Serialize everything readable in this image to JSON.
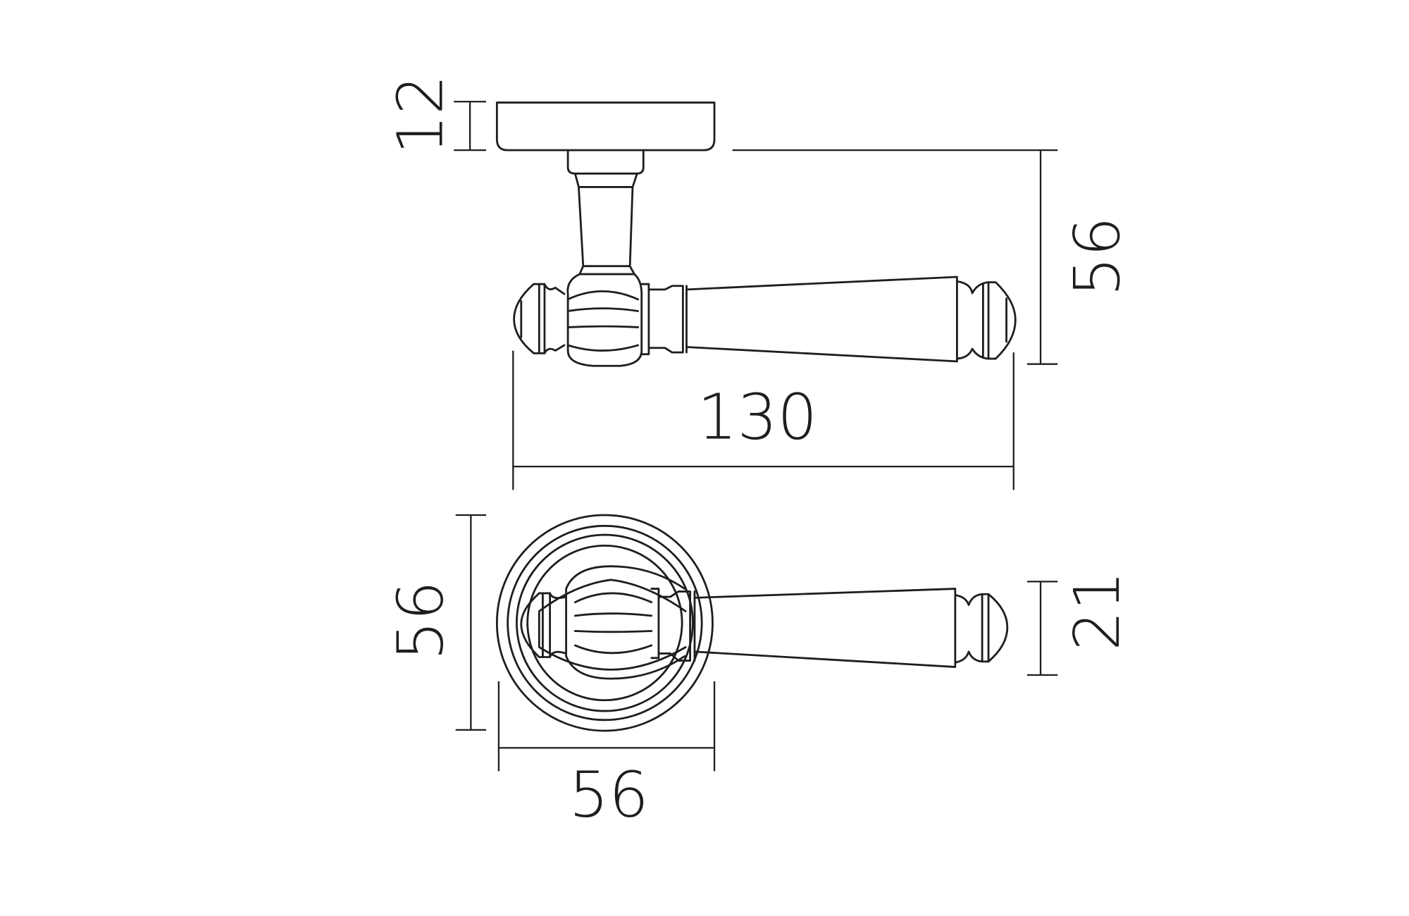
{
  "drawing": {
    "subject": "Lever door handle on round rose",
    "views": [
      "side-view",
      "front-view"
    ],
    "line_color": "#1e1e1e",
    "background": "#ffffff"
  },
  "dimensions": {
    "rose_thickness": "12",
    "projection": "56",
    "lever_length": "130",
    "rose_diameter_vertical": "56",
    "rose_diameter_horizontal": "56",
    "lever_tip_height": "21"
  }
}
